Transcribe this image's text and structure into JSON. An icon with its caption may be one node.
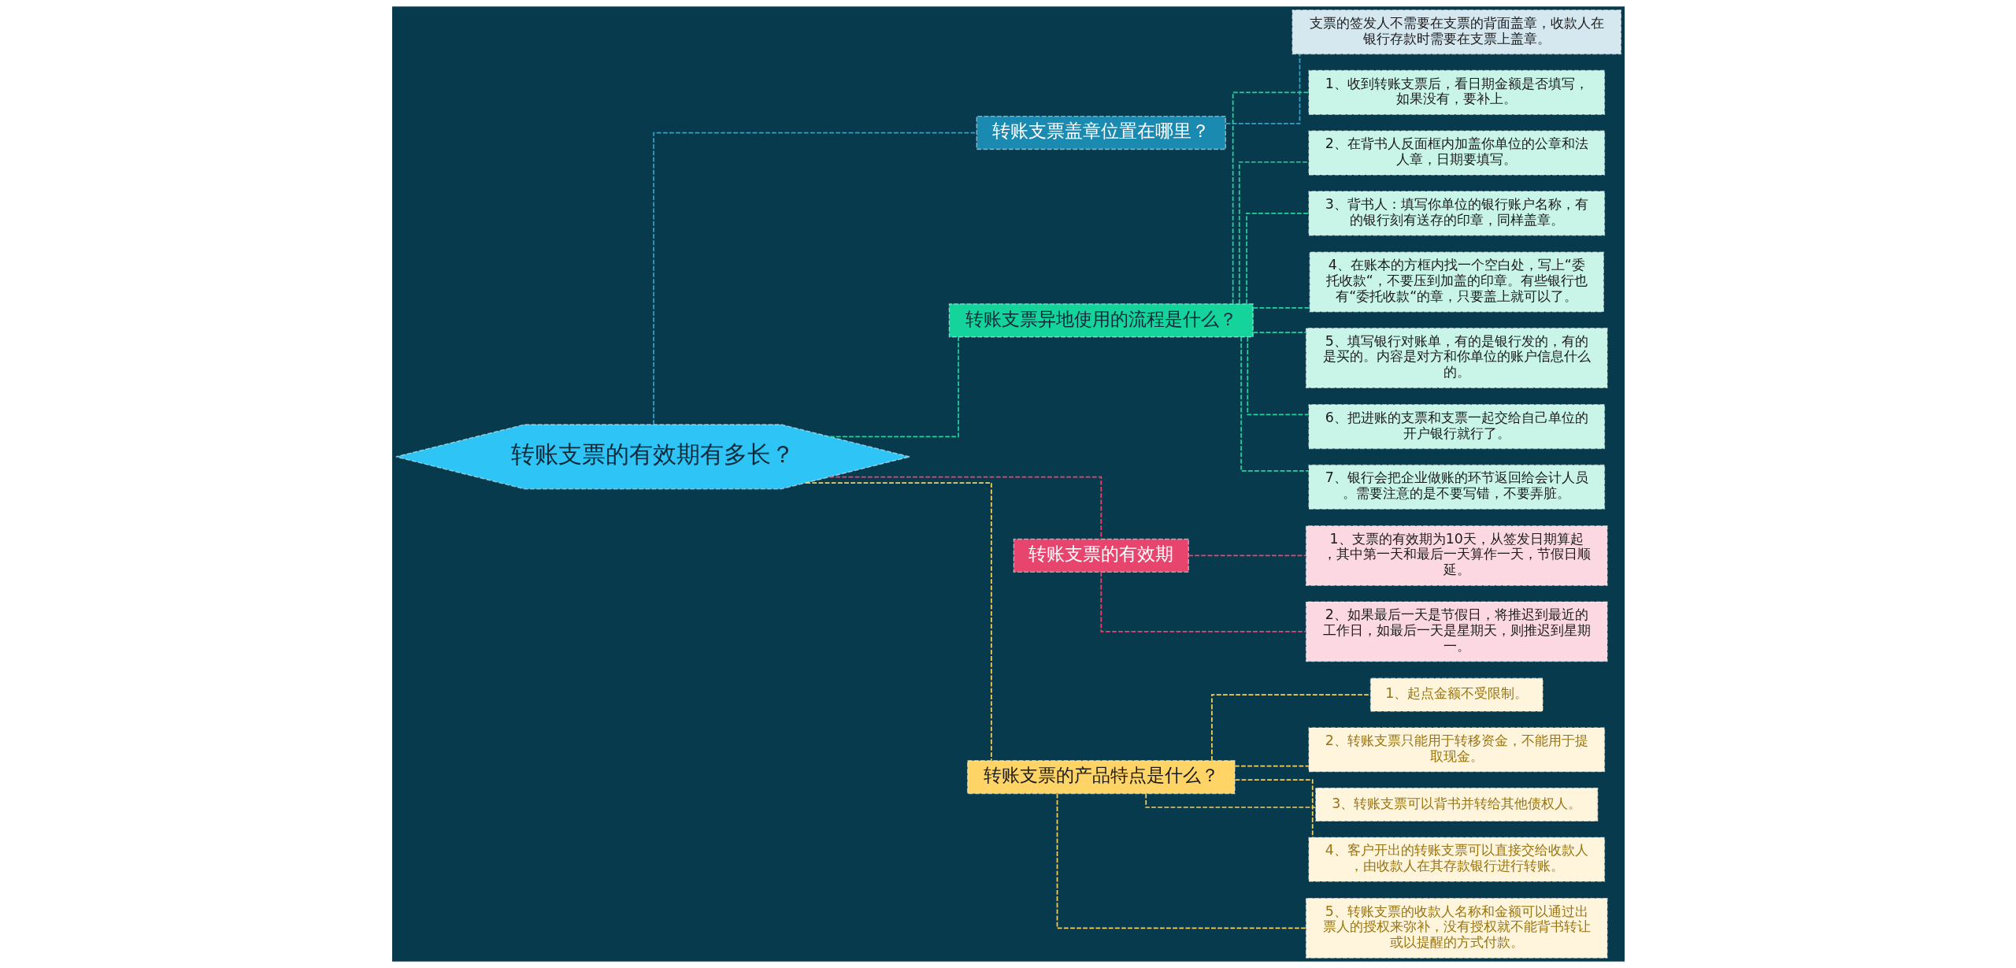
{
  "diagram": {
    "nodes": [
      {
        "text": [
          "转账支票的有效期有多长？"
        ]
      },
      {
        "text": [
          "转账支票盖章位置在哪里？"
        ]
      },
      {
        "text": [
          "支票的签发人不需要在支票的背面盖章，收款人在银行存款时需要在支票上盖章。"
        ]
      },
      {
        "text": [
          "转账支票异地使用的流程是什么？"
        ]
      },
      {
        "text": [
          "1、收到转账支票后，看日期金额是否填写，如果没有，要补上。"
        ]
      },
      {
        "text": [
          "2、在背书人反面框内加盖你单位的公章和法人章，日期要填写。"
        ]
      },
      {
        "text": [
          "3、背书人：填写你单位的银行账户名称，有的银行刻有送存的印章，同样盖章。"
        ]
      },
      {
        "text": [
          "4、在账本的方框内找一个空白处，写上“委托收款“，不要压到加盖的印章。有些银行也有“委托收款“的章，只要盖上就可以了。"
        ]
      },
      {
        "text": [
          "5、填写银行对账单，有的是银行发的，有的是买的。内容是对方和你单位的账户信息什么的。"
        ]
      },
      {
        "text": [
          "6、把进账的支票和支票一起交给自己单位的开户银行就行了。"
        ]
      },
      {
        "text": [
          "7、银行会把企业做账的环节返回给会计人员。需要注意的是不要写错，不要弄脏。"
        ]
      },
      {
        "text": [
          "转账支票的有效期"
        ]
      },
      {
        "text": [
          "1、支票的有效期为10天，从签发日期算起，其中第一天和最后一天算作一天，节假日顺延。"
        ]
      },
      {
        "text": [
          "2、如果最后一天是节假日，将推迟到最近的工作日，如最后一天是星期天，则推迟到星期一。"
        ]
      },
      {
        "text": [
          "转账支票的产品特点是什么？"
        ]
      },
      {
        "text": [
          "1、起点金额不受限制。"
        ]
      },
      {
        "text": [
          "2、转账支票只能用于转移资金，不能用于提取现金。"
        ]
      },
      {
        "text": [
          "3、转账支票可以背书并转给其他债权人。"
        ]
      },
      {
        "text": [
          "4、客户开出的转账支票可以直接交给收款人，由收款人在其存款银行进行转账。"
        ]
      },
      {
        "text": [
          "5、转账支票的收款人名称和金额可以通过出票人的授权来弥补，没有授权就不能背书转让或以提醒的方式付款。"
        ]
      }
    ],
    "edges": [
      {
        "from": 0,
        "to": 1,
        "arrow": "none",
        "style": "dashed",
        "color": "#3a9fc0"
      },
      {
        "from": 1,
        "to": 2,
        "arrow": "none",
        "style": "dashed",
        "color": "#3a9fc0"
      },
      {
        "from": 0,
        "to": 3,
        "arrow": "none",
        "style": "dashed"
      },
      {
        "from": 3,
        "to": 4,
        "arrow": "none",
        "style": "dashed"
      },
      {
        "from": 3,
        "to": 5,
        "arrow": "none",
        "style": "dashed"
      },
      {
        "from": 3,
        "to": 6,
        "arrow": "none",
        "style": "dashed"
      },
      {
        "from": 3,
        "to": 7,
        "arrow": "none",
        "style": "dashed"
      },
      {
        "from": 3,
        "to": 8,
        "arrow": "none",
        "style": "dashed"
      },
      {
        "from": 3,
        "to": 9,
        "arrow": "none",
        "style": "dashed"
      },
      {
        "from": 3,
        "to": 10,
        "arrow": "none",
        "style": "dashed"
      },
      {
        "from": 0,
        "to": 11,
        "arrow": "none",
        "style": "dashed",
        "color": "#e8456e"
      },
      {
        "from": 11,
        "to": 12,
        "arrow": "none",
        "style": "dashed",
        "color": "#e8456e"
      },
      {
        "from": 11,
        "to": 13,
        "arrow": "none",
        "style": "dashed",
        "color": "#e8456e"
      },
      {
        "from": 0,
        "to": 14,
        "arrow": "none",
        "style": "dashed",
        "color": "#f5d060"
      },
      {
        "from": 14,
        "to": 15,
        "arrow": "none",
        "style": "dashed",
        "color": "#f5d060"
      },
      {
        "from": 14,
        "to": 16,
        "arrow": "none",
        "style": "dashed",
        "color": "#f5d060"
      },
      {
        "from": 14,
        "to": 17,
        "arrow": "none",
        "style": "dashed",
        "color": "#f5d060"
      },
      {
        "from": 14,
        "to": 18,
        "arrow": "none",
        "style": "dashed",
        "color": "#f5d060"
      },
      {
        "from": 14,
        "to": 19,
        "arrow": "none",
        "style": "dashed",
        "color": "#f5d060"
      }
    ]
  }
}
